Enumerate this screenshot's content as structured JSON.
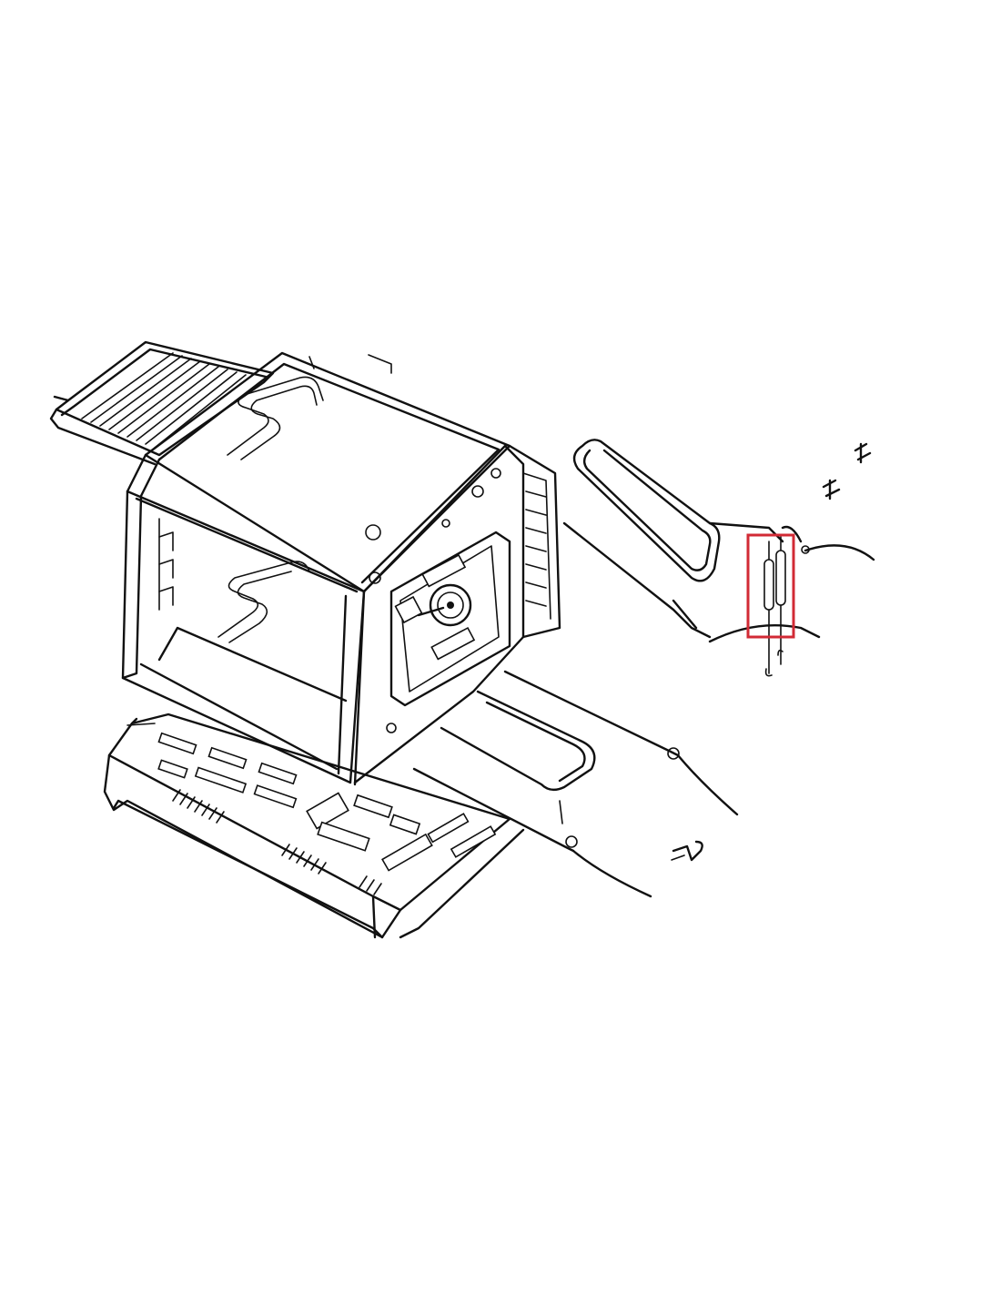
{
  "diagram": {
    "background_color": "#ffffff",
    "line_color": "#111111",
    "highlight": {
      "target": "thermostat-sensor-probes",
      "color": "#d22a35"
    },
    "parts": [
      "oven-rack",
      "oven-cavity",
      "convection-fan",
      "rear-fan-cover",
      "upper-heating-element",
      "lower-heating-element",
      "thermostat-sensor-probes",
      "base-tray",
      "mounting-clips"
    ]
  }
}
